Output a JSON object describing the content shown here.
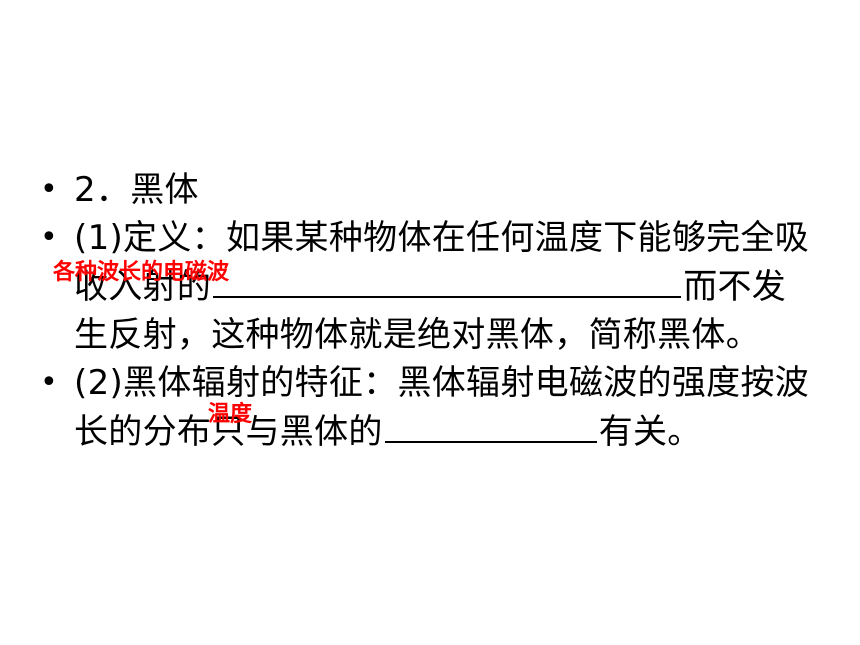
{
  "bullets": [
    {
      "text": "2．黑体"
    },
    {
      "prefix": "(1)定义：如果某种物体在任何温度下能够完全吸收入射的",
      "suffix": "而不发生反射，这种物体就是绝对黑体，简称黑体。"
    },
    {
      "prefix": "(2)黑体辐射的特征：黑体辐射电磁波的强度按波长的分布只与黑体的",
      "suffix": "有关。"
    }
  ],
  "answers": {
    "blank1": "各种波长的电磁波",
    "blank2": "温度"
  },
  "colors": {
    "annotation": "#ff0000",
    "text": "#000000"
  }
}
